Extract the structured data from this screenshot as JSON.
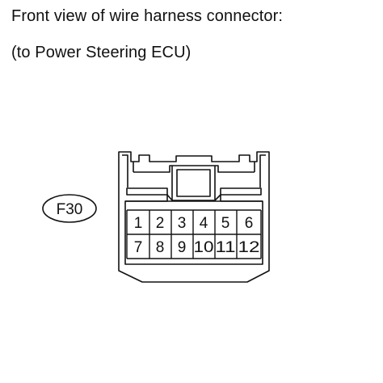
{
  "header": {
    "title": "Front view of wire harness connector:",
    "subtitle": "(to Power Steering ECU)"
  },
  "connector": {
    "id": "F30",
    "pins_row1": [
      "1",
      "2",
      "3",
      "4",
      "5",
      "6"
    ],
    "pins_row2": [
      "7",
      "8",
      "9",
      "10",
      "11",
      "12"
    ]
  }
}
